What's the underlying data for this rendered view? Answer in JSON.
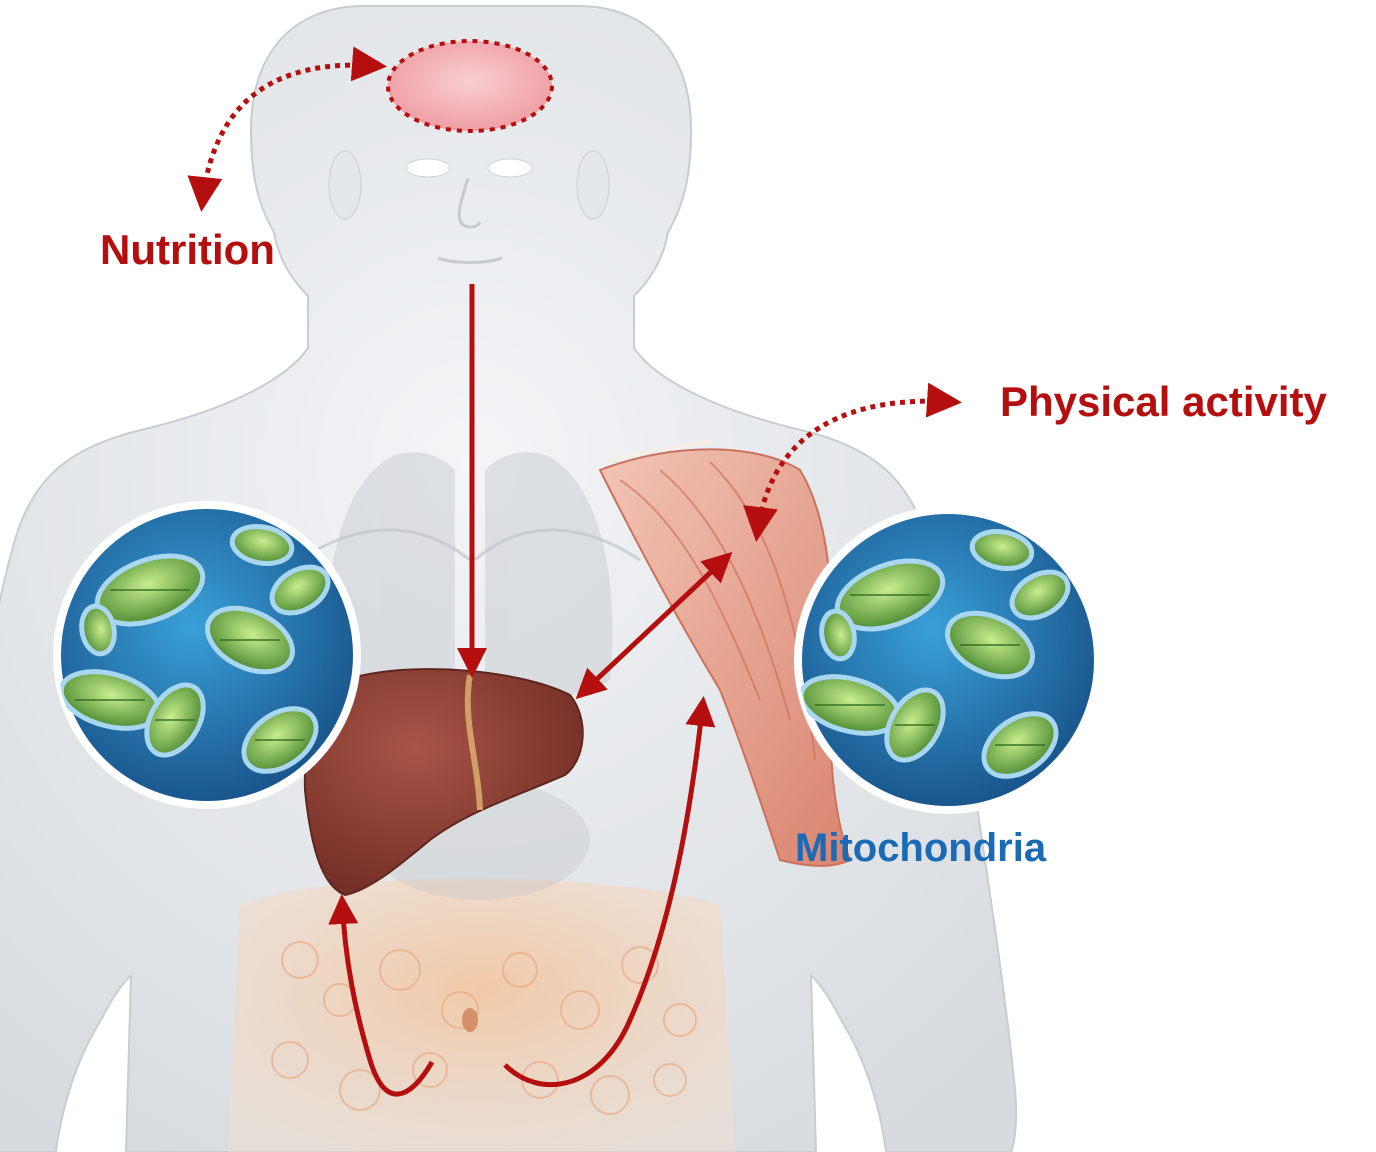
{
  "labels": {
    "nutrition": "Nutrition",
    "physical_activity": "Physical activity",
    "mitochondria": "Mitochondria"
  },
  "colors": {
    "arrow_red": "#b40e0e",
    "label_red": "#b40e0e",
    "label_blue": "#1a6ab5",
    "brain_fill": "#f2a3a8",
    "liver": "#8a3a30",
    "muscle": "#e8a08a",
    "fat_tissue": "#f0c09a",
    "mito_bg": "#1f6fb0",
    "mito_body": "#7ab04a"
  },
  "icons": {
    "body": "human-torso-icon",
    "brain": "brain-region-icon",
    "liver": "liver-icon",
    "muscle": "arm-muscle-icon",
    "adipose": "adipose-tissue-icon",
    "mitochondria": "mitochondria-icon"
  }
}
